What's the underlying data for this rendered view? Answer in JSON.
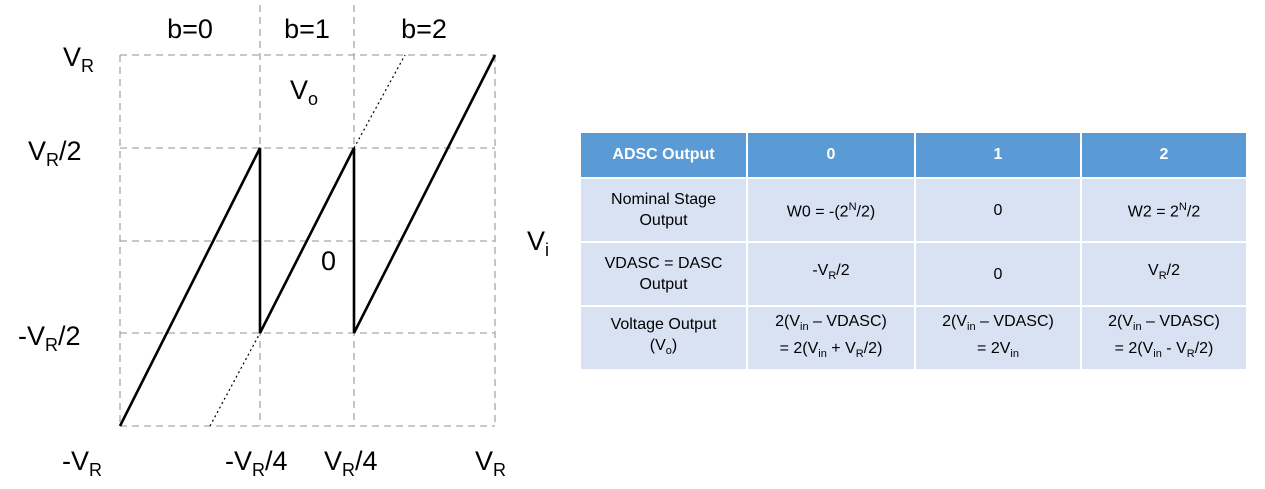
{
  "diagram": {
    "x_axis_var": "V",
    "x_axis_sub": "i",
    "y_axis_var": "V",
    "y_axis_sub": "o",
    "origin_label": "0",
    "regions": [
      "b=0",
      "b=1",
      "b=2"
    ],
    "y_ticks": [
      {
        "pre": "V",
        "sub": "R",
        "post": ""
      },
      {
        "pre": "V",
        "sub": "R",
        "post": "/2"
      },
      {
        "pre": "-V",
        "sub": "R",
        "post": "/2"
      }
    ],
    "x_ticks": [
      {
        "pre": "-V",
        "sub": "R",
        "post": ""
      },
      {
        "pre": "-V",
        "sub": "R",
        "post": "/4"
      },
      {
        "pre": "V",
        "sub": "R",
        "post": "/4"
      },
      {
        "pre": "V",
        "sub": "R",
        "post": ""
      }
    ],
    "line_color": "#000000",
    "grid_color": "#a6a6a6"
  },
  "table": {
    "header": [
      "ADSC Output",
      "0",
      "1",
      "2"
    ],
    "rows": [
      {
        "label": [
          "Nominal Stage",
          "Output"
        ],
        "cells": [
          {
            "a": "W0 = -(2",
            "sup": "N",
            "b": "/2)"
          },
          {
            "a": "0",
            "sup": "",
            "b": ""
          },
          {
            "a": "W2 = 2",
            "sup": "N",
            "b": "/2"
          }
        ]
      },
      {
        "label": [
          "VDASC  = DASC",
          "Output"
        ],
        "cells": [
          {
            "a": "-V",
            "sub": "R",
            "b": "/2"
          },
          {
            "a": "0",
            "sub": "",
            "b": ""
          },
          {
            "a": "V",
            "sub": "R",
            "b": "/2"
          }
        ]
      },
      {
        "label": [
          "Voltage Output",
          "(V",
          "o",
          ")"
        ],
        "cells": [
          {
            "l1": "2(V",
            "l1sub": "in",
            "l1b": " – VDASC)",
            "l2": "= 2(V",
            "l2sub": "in",
            "l2b": " + V",
            "l2sub2": "R",
            "l2c": "/2)"
          },
          {
            "l1": "2(V",
            "l1sub": "in",
            "l1b": " – VDASC)",
            "l2": "= 2V",
            "l2sub": "in",
            "l2b": "",
            "l2sub2": "",
            "l2c": ""
          },
          {
            "l1": "2(V",
            "l1sub": "in",
            "l1b": " – VDASC)",
            "l2": "= 2(V",
            "l2sub": "in",
            "l2b": " - V",
            "l2sub2": "R",
            "l2c": "/2)"
          }
        ]
      }
    ],
    "header_color": "#5b9bd5",
    "cell_color": "#d9e2f3"
  }
}
